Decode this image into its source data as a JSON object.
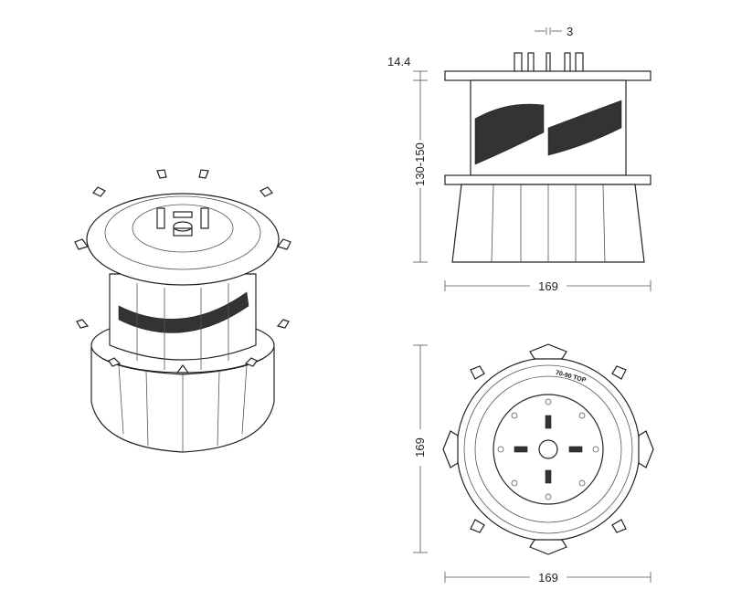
{
  "drawing": {
    "title": "Adjustable pedestal technical drawing",
    "side_view": {
      "gap_dimension": "3",
      "top_plate_dimension": "14.4",
      "height_dimension": "130-150",
      "width_dimension": "169"
    },
    "plan_view": {
      "height_dimension": "169",
      "width_dimension": "169",
      "top_label": "70-90 TOP"
    },
    "colors": {
      "line": "#222222",
      "background": "#ffffff"
    }
  }
}
